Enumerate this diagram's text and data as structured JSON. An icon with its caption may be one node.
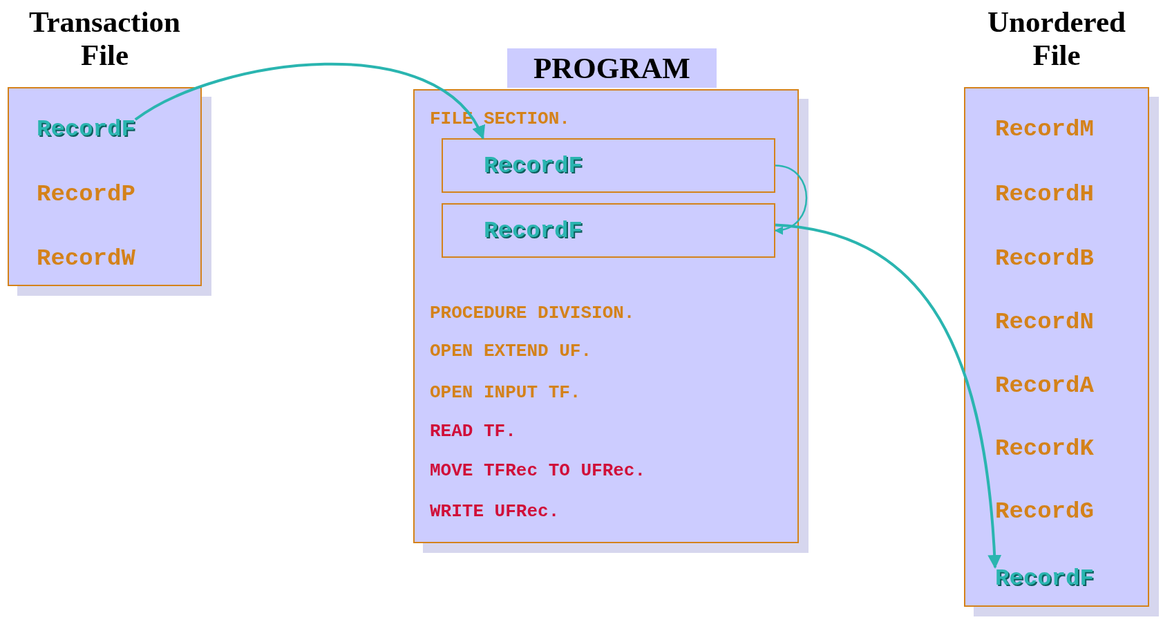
{
  "diagram": {
    "nodes": [
      {
        "text": [
          "Transaction File"
        ]
      },
      {
        "text": [
          "RecordF"
        ],
        "in": 0
      },
      {
        "text": [
          "RecordP"
        ],
        "in": 0
      },
      {
        "text": [
          "RecordW"
        ],
        "in": 0
      },
      {
        "text": [
          "PROGRAM",
          "FILE SECTION.",
          "PROCEDURE DIVISION.",
          "OPEN EXTEND UF.",
          "OPEN INPUT TF.",
          "READ TF.",
          "MOVE TFRec TO UFRec.",
          "WRITE UFRec."
        ]
      },
      {
        "text": [
          "RecordF"
        ],
        "in": 4
      },
      {
        "text": [
          "RecordF"
        ],
        "in": 4
      },
      {
        "text": [
          "Unordered File"
        ]
      },
      {
        "text": [
          "RecordM"
        ],
        "in": 7
      },
      {
        "text": [
          "RecordH"
        ],
        "in": 7
      },
      {
        "text": [
          "RecordB"
        ],
        "in": 7
      },
      {
        "text": [
          "RecordN"
        ],
        "in": 7
      },
      {
        "text": [
          "RecordA"
        ],
        "in": 7
      },
      {
        "text": [
          "RecordK"
        ],
        "in": 7
      },
      {
        "text": [
          "RecordG"
        ],
        "in": 7
      },
      {
        "text": [
          "RecordF"
        ],
        "in": 7
      }
    ],
    "edges": [
      {
        "from": 1,
        "to": 5,
        "arrow": "to"
      },
      {
        "from": 5,
        "to": 6,
        "arrow": "to"
      },
      {
        "from": 6,
        "to": 15,
        "arrow": "to"
      }
    ]
  }
}
